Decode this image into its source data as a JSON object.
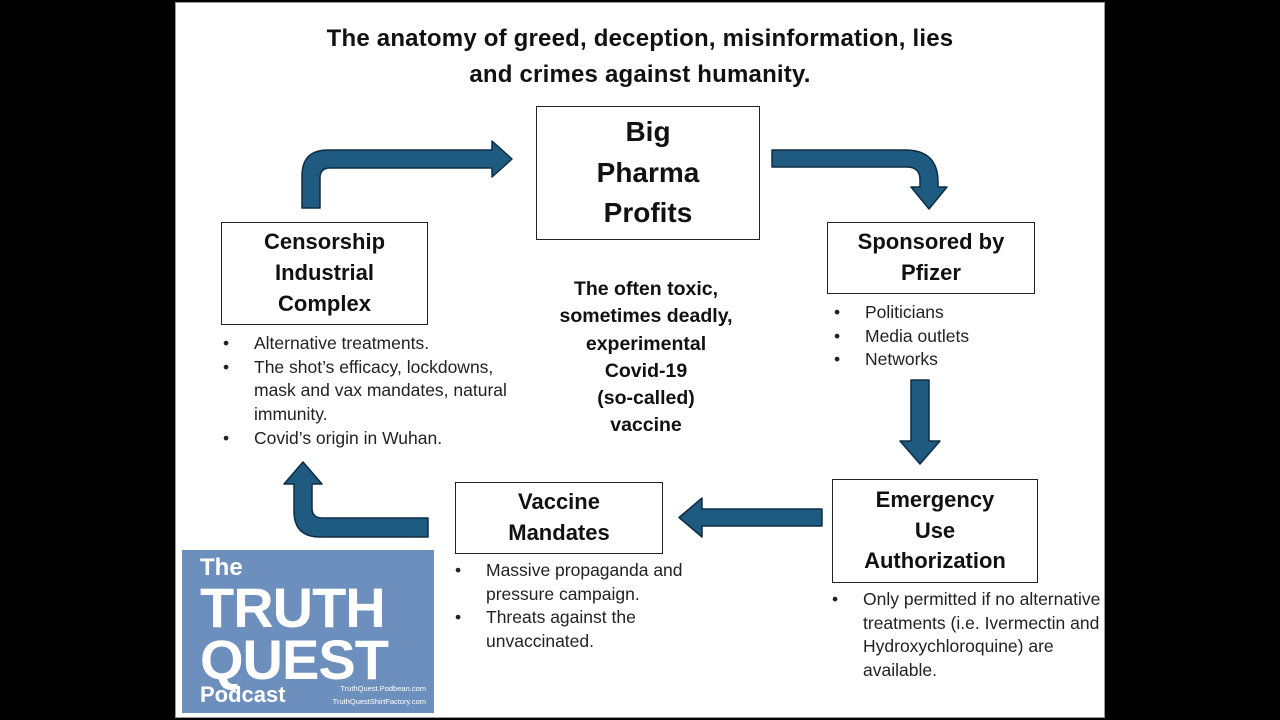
{
  "title": {
    "line1": "The anatomy of greed, deception, misinformation, lies",
    "line2": "and crimes against humanity."
  },
  "boxes": {
    "big_pharma": "Big\nPharma\nProfits",
    "sponsored": "Sponsored by\nPfizer",
    "eua": "Emergency\nUse\nAuthorization",
    "vaccine_mandates": "Vaccine\nMandates",
    "censorship": "Censorship\nIndustrial\nComplex"
  },
  "center_text": "The often toxic,\nsometimes deadly,\nexperimental\nCovid-19\n(so-called)\nvaccine",
  "bullets": {
    "sponsored": [
      "Politicians",
      "Media outlets",
      "Networks"
    ],
    "eua": [
      "Only permitted if no alternative treatments (i.e. Ivermectin and Hydroxychloroquine) are available."
    ],
    "vaccine_mandates": [
      "Massive propaganda and pressure campaign.",
      "Threats against the unvaccinated."
    ],
    "censorship": [
      "Alternative treatments.",
      "The shot’s efficacy, lockdowns, mask and vax mandates, natural immunity.",
      "Covid’s origin in Wuhan."
    ]
  },
  "logo": {
    "the": "The",
    "truth": "TRUTH",
    "quest": "QUEST",
    "podcast": "Podcast",
    "url1": "TruthQuest.Podbean.com",
    "url2": "TruthQuestShirtFactory.com"
  },
  "colors": {
    "arrow_fill": "#1f5a80",
    "arrow_outline": "#0e2d44",
    "logo_bg": "#6d8fbd"
  }
}
